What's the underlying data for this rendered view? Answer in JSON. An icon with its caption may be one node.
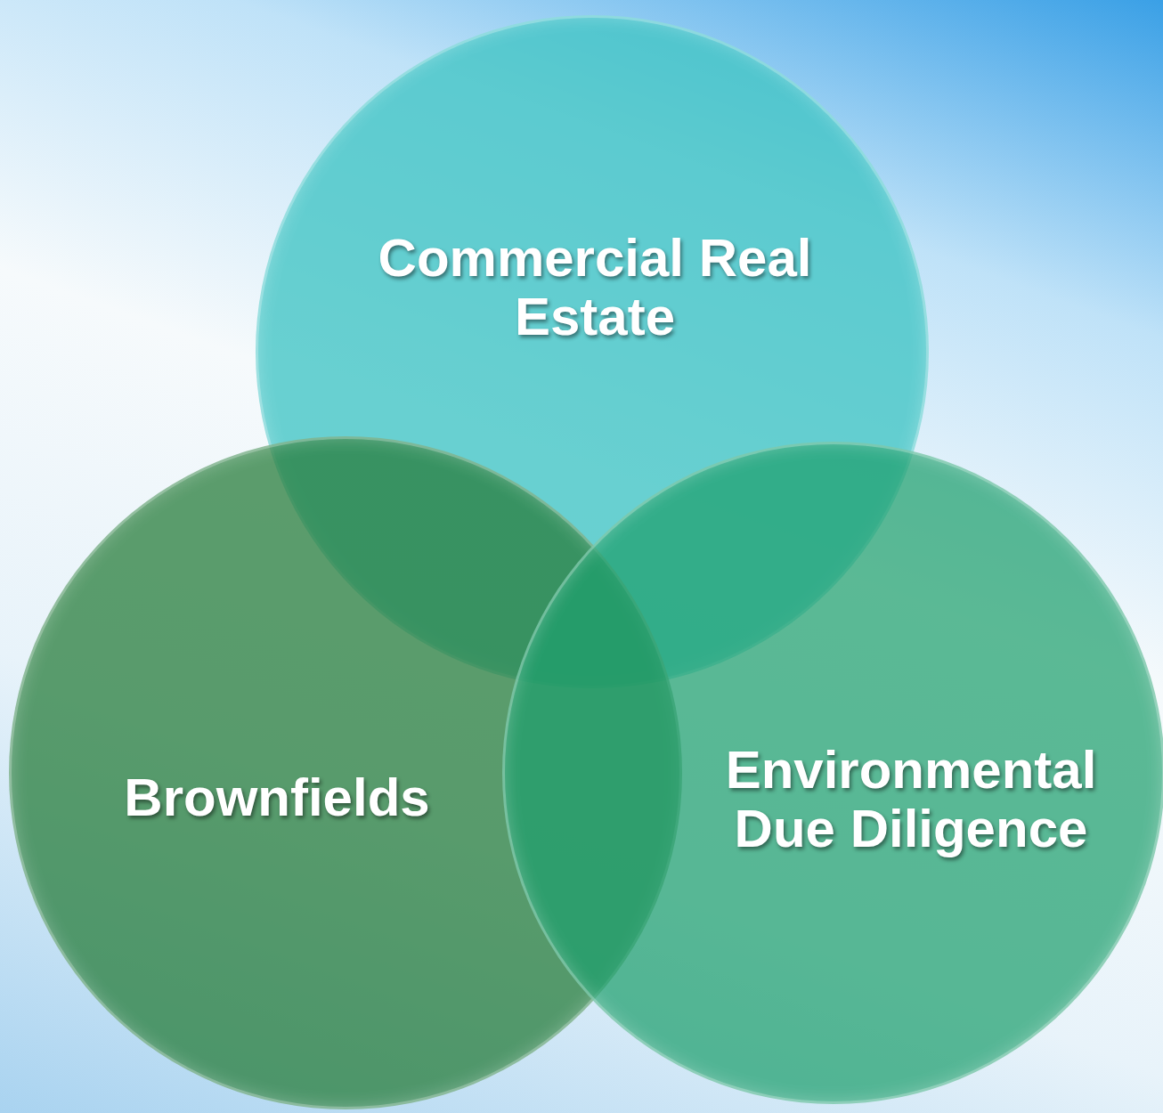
{
  "diagram": {
    "nodes": [
      {
        "text": [
          "Commercial Real Estate"
        ]
      },
      {
        "text": [
          "Brownfields"
        ]
      },
      {
        "text": [
          "Environmental Due Diligence"
        ]
      }
    ]
  }
}
